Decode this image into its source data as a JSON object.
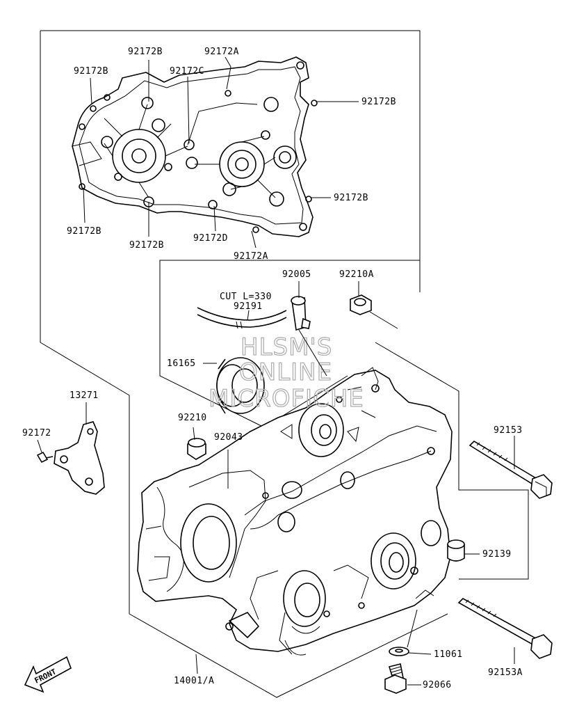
{
  "watermark": [
    "HLSM'S",
    "ONLINE",
    "MICROFICHE"
  ],
  "front_arrow": {
    "label": "FRONT"
  },
  "cut_note": "CUT L=330",
  "callouts": {
    "p92172b_top": "92172B",
    "p92172a_top": "92172A",
    "p92172b_left": "92172B",
    "p92172c": "92172C",
    "p92172b_right1": "92172B",
    "p92172b_right2": "92172B",
    "p92172b_bottomleft": "92172B",
    "p92172b_bottom": "92172B",
    "p92172d": "92172D",
    "p92172a_bottom": "92172A",
    "p92005": "92005",
    "p92210a": "92210A",
    "p92191": "92191",
    "p16165": "16165",
    "p13271": "13271",
    "p92172": "92172",
    "p92210": "92210",
    "p92043": "92043",
    "p92153": "92153",
    "p92139": "92139",
    "p11061": "11061",
    "p92153a": "92153A",
    "p92066": "92066",
    "p14001a": "14001/A"
  }
}
